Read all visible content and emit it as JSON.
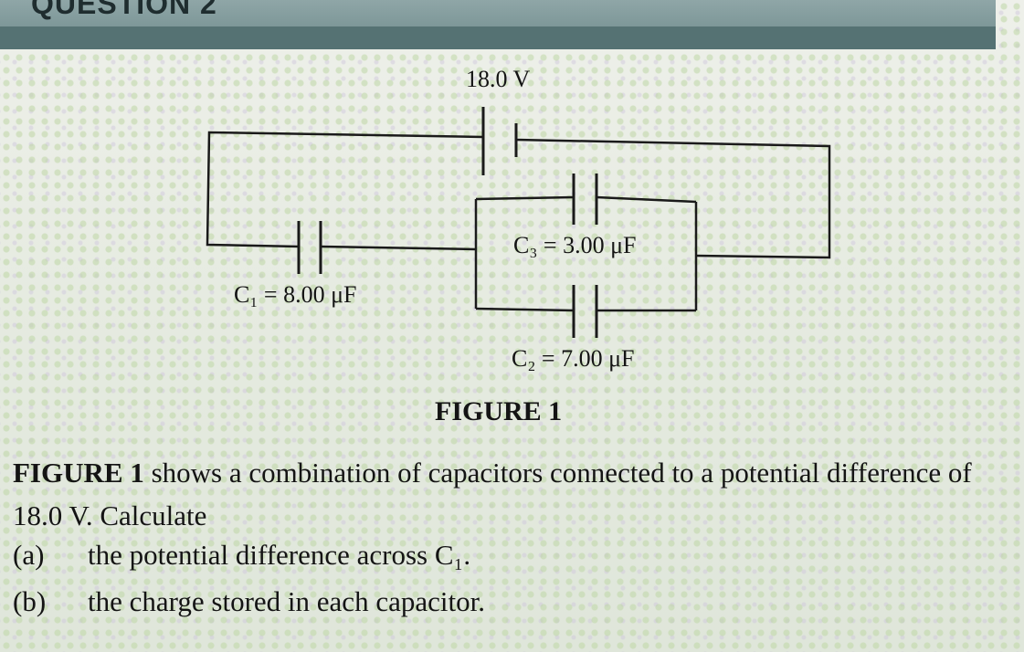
{
  "header": {
    "title": "QUESTION 2"
  },
  "figure": {
    "battery_label": "18.0 V",
    "c1_label": "C₁ = 8.00 μF",
    "c2_label": "C₂ = 7.00 μF",
    "c3_label": "C₃ = 3.00 μF",
    "caption": "FIGURE 1"
  },
  "question": {
    "lead": "FIGURE 1",
    "text": " shows a combination of capacitors connected to a potential difference of 18.0 V. Calculate",
    "parts": [
      {
        "marker": "(a)",
        "text": "the potential difference across C₁."
      },
      {
        "marker": "(b)",
        "text": "the charge stored in each capacitor."
      }
    ]
  }
}
